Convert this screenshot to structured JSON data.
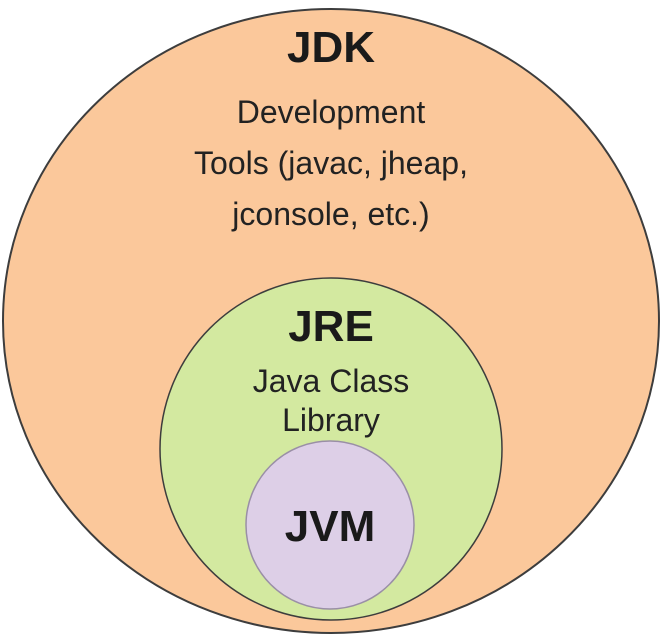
{
  "jdk": {
    "title": "JDK",
    "lines": [
      "Development",
      "Tools (javac, jheap,",
      "jconsole, etc.)"
    ],
    "fill": "#fbc89b"
  },
  "jre": {
    "title": "JRE",
    "lines": [
      "Java Class",
      "Library"
    ],
    "fill": "#d3e9a0"
  },
  "jvm": {
    "title": "JVM",
    "fill": "#ddcfe7"
  },
  "outline": "#3d3d3d"
}
